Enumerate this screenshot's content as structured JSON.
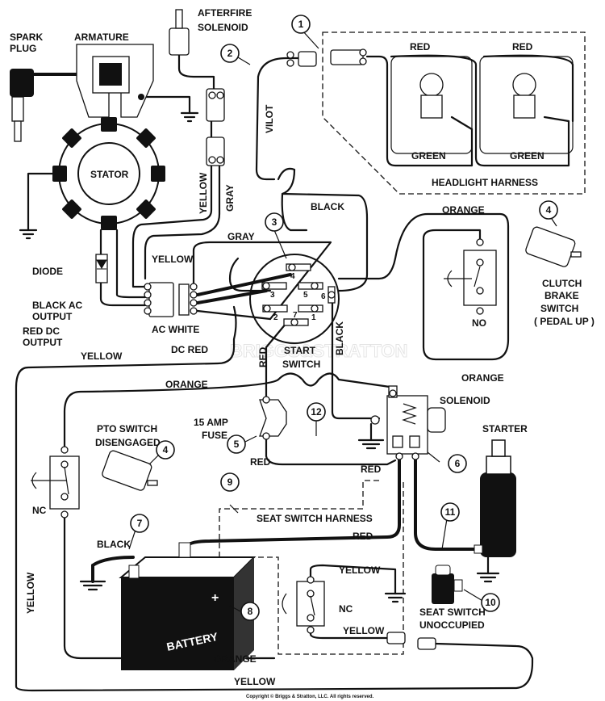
{
  "components": {
    "spark_plug": "SPARK PLUG",
    "armature": "ARMATURE",
    "afterfire_solenoid": "AFTERFIRE SOLENOID",
    "stator": "STATOR",
    "diode": "DIODE",
    "black_ac_output": "BLACK AC OUTPUT",
    "red_dc_output": "RED DC OUTPUT",
    "ac_white": "AC WHITE",
    "dc_red": "DC RED",
    "start_switch": "START SWITCH",
    "headlight_harness": "HEADLIGHT HARNESS",
    "clutch_brake_switch": "CLUTCH BRAKE SWITCH ( PEDAL UP )",
    "pto_switch": "PTO SWITCH DISENGAGED",
    "fuse": "15 AMP FUSE",
    "solenoid": "SOLENOID",
    "starter": "STARTER",
    "seat_switch_harness": "SEAT SWITCH HARNESS",
    "battery": "BATTERY",
    "seat_switch": "SEAT SWITCH UNOCCUPIED",
    "no": "NO",
    "nc": "NC"
  },
  "wires": {
    "red": "RED",
    "green": "GREEN",
    "vilot": "VILOT",
    "black": "BLACK",
    "yellow": "YELLOW",
    "gray": "GRAY",
    "orange": "ORANGE"
  },
  "switch_terminals": [
    "1",
    "2",
    "3",
    "4",
    "5",
    "6",
    "7"
  ],
  "callouts": [
    "1",
    "2",
    "3",
    "4",
    "5",
    "6",
    "7",
    "8",
    "9",
    "10",
    "11",
    "12"
  ],
  "watermark": "BRIGGS & STRATTON",
  "copyright": "Copyright © Briggs & Stratton, LLC. All rights reserved."
}
